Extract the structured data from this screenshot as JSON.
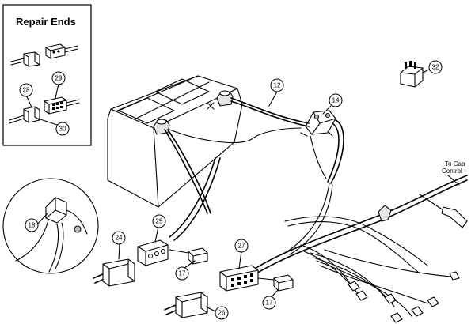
{
  "repair_ends": {
    "title": "Repair Ends"
  },
  "note": {
    "line1": "To Cab",
    "line2": "Control"
  },
  "callouts": [
    "12",
    "14",
    "17",
    "17",
    "18",
    "24",
    "25",
    "26",
    "27",
    "28",
    "29",
    "30",
    "32"
  ]
}
